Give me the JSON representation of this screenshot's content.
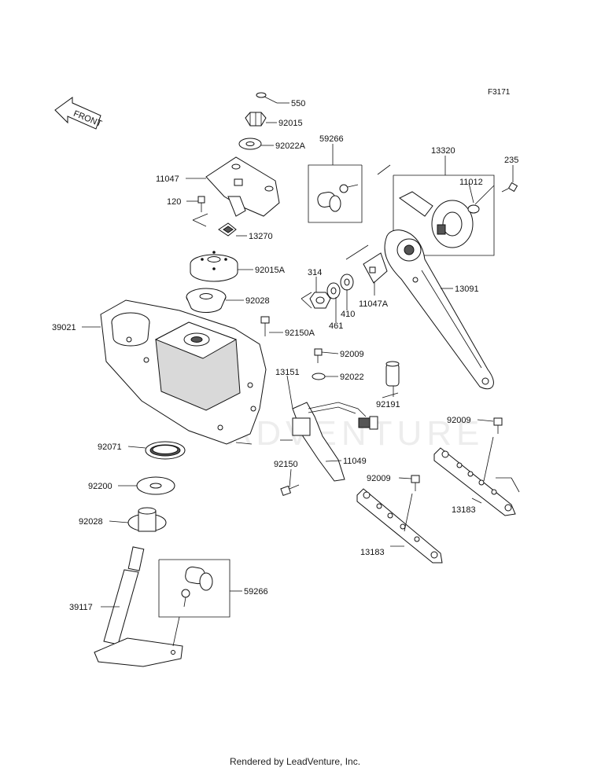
{
  "figure_id": "F3171",
  "front_label": "FRONT",
  "watermark": "ADVENTURE",
  "footer": "Rendered by LeadVenture, Inc.",
  "labels": {
    "p550": "550",
    "p92015": "92015",
    "p92022A": "92022A",
    "p59266a": "59266",
    "p13320": "13320",
    "p235": "235",
    "p11047": "11047",
    "p11012": "11012",
    "p120": "120",
    "p13270": "13270",
    "p92015A": "92015A",
    "p314": "314",
    "p13091": "13091",
    "p92028a": "92028",
    "p39021": "39021",
    "p92150A": "92150A",
    "p461": "461",
    "p410": "410",
    "p11047A": "11047A",
    "p92009a": "92009",
    "p13151": "13151",
    "p92022": "92022",
    "p92191": "92191",
    "p92009b": "92009",
    "p92071": "92071",
    "p11049": "11049",
    "p92150": "92150",
    "p92009c": "92009",
    "p92200": "92200",
    "p13183a": "13183",
    "p92028b": "92028",
    "p13183b": "13183",
    "p59266b": "59266",
    "p39117": "39117"
  }
}
